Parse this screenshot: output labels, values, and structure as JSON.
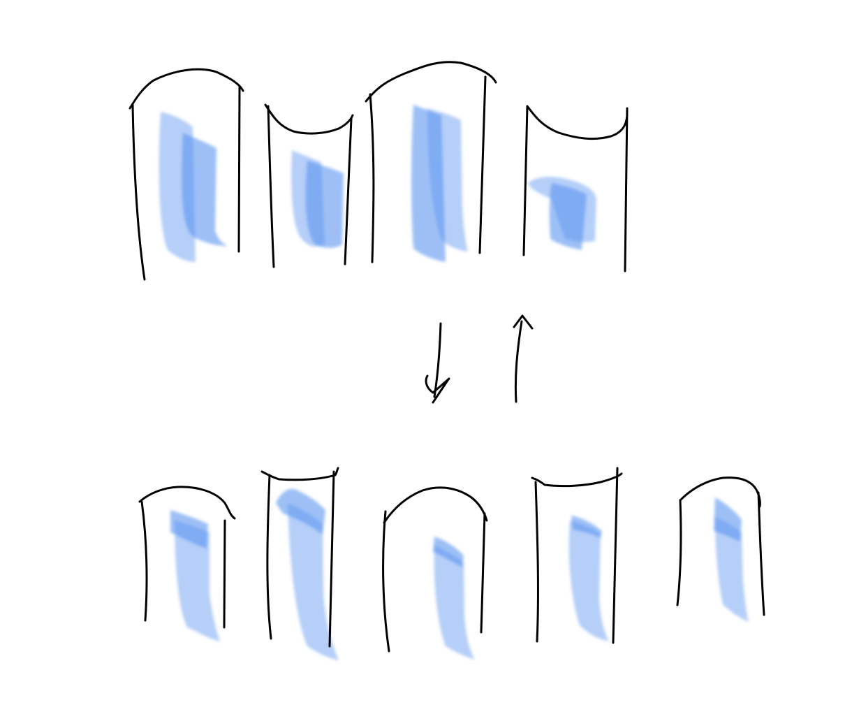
{
  "colors": {
    "ink": "#000000",
    "highlight": "#5b95f0",
    "background": "#ffffff"
  },
  "diagram": {
    "top_row_columns": 4,
    "bottom_row_columns": 5,
    "arrows": [
      "down-arrow",
      "up-arrow"
    ]
  }
}
